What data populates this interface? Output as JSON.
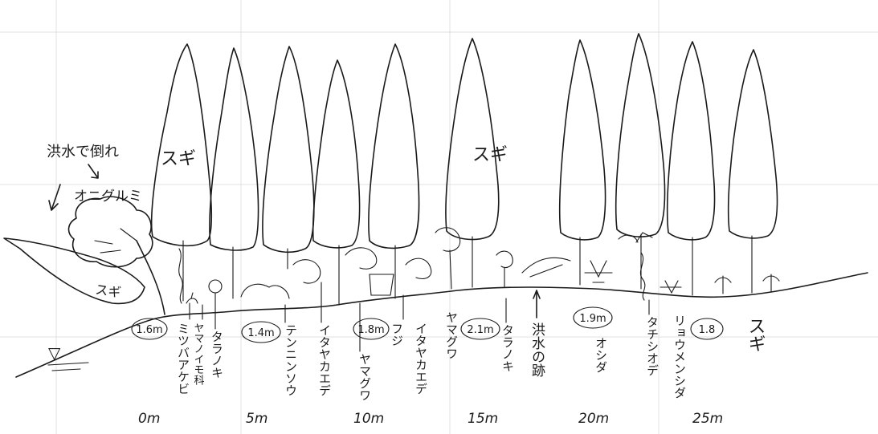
{
  "annotations": {
    "flood_fallen": "洪水で倒れ",
    "onigurumi": "オニグルミ",
    "flood_trace": "洪水の跡"
  },
  "trees_sugi": [
    "スギ",
    "スギ",
    "スギ"
  ],
  "fallen_sugi": "スギ",
  "plants": [
    "ミツバアケビ",
    "ヤマノイモ科",
    "タラノキ",
    "テンニンソウ",
    "イタヤカエデ",
    "ヤマグワ",
    "フジ",
    "イタヤカエデ",
    "ヤマグワ",
    "タラノキ",
    "オシダ",
    "タチシオデ",
    "リョウメンシダ"
  ],
  "heights": [
    "1.6m",
    "1.4m",
    "1.8m",
    "2.1m",
    "1.9m",
    "1.8"
  ],
  "distance_axis": [
    "0m",
    "5m",
    "10m",
    "15m",
    "20m",
    "25m"
  ],
  "water_level_symbol": "▽"
}
